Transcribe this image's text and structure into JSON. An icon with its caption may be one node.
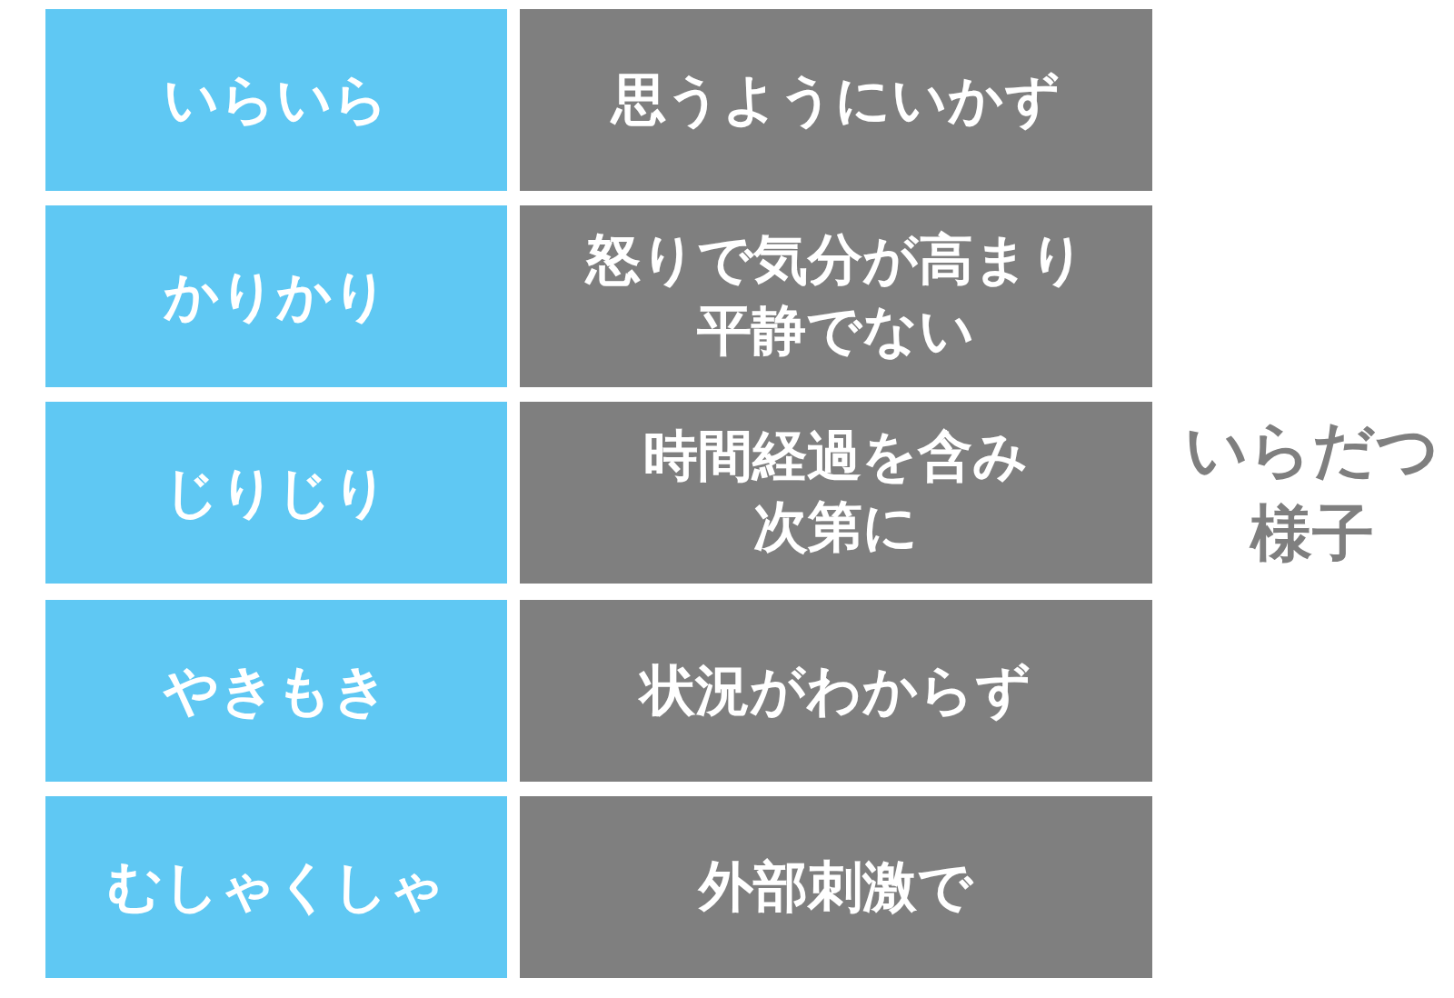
{
  "diagram": {
    "nodes": [
      {
        "text": [
          "いらいら"
        ]
      },
      {
        "text": [
          "思うようにいかず"
        ]
      },
      {
        "text": [
          "かりかり"
        ]
      },
      {
        "text": [
          "怒りで気分が高まり平静でない"
        ]
      },
      {
        "text": [
          "じりじり"
        ]
      },
      {
        "text": [
          "時間経過を含み次第に"
        ]
      },
      {
        "text": [
          "やきもき"
        ]
      },
      {
        "text": [
          "状況がわからず"
        ]
      },
      {
        "text": [
          "むしゃくしゃ"
        ]
      },
      {
        "text": [
          "外部刺激で"
        ]
      }
    ],
    "labels": [
      "いらだつ様子"
    ]
  }
}
